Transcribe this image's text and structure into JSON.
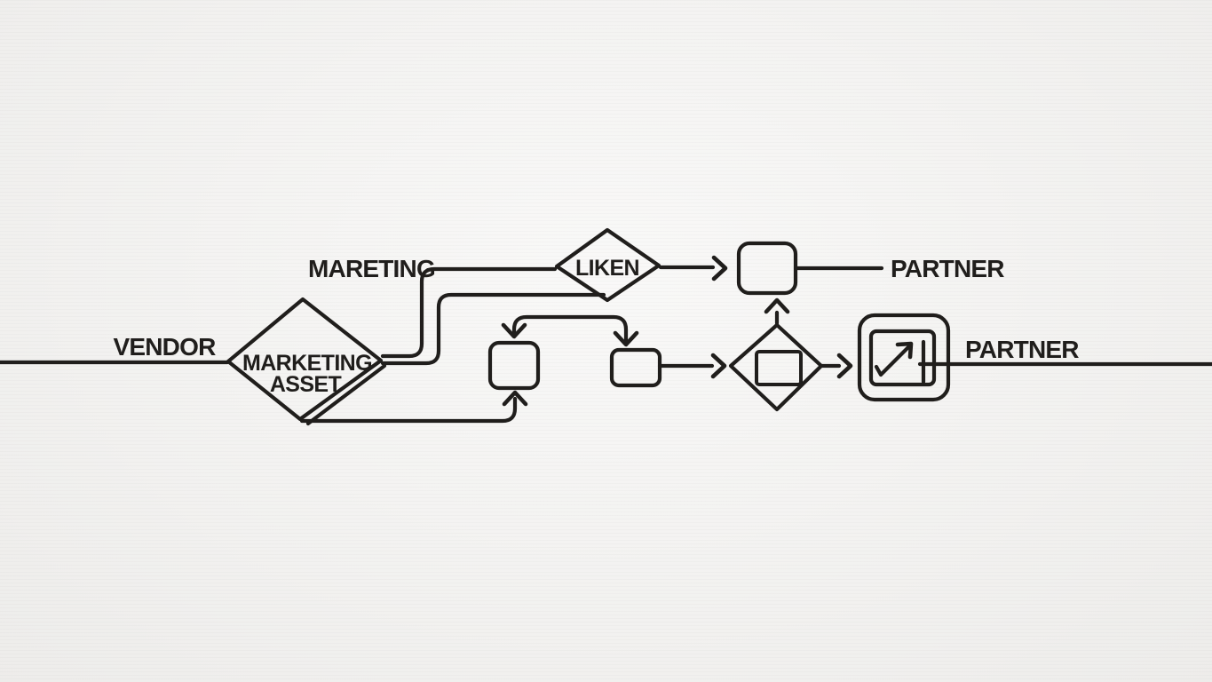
{
  "scene": {
    "type": "hand-drawn-flowchart",
    "background_color": "#f2f1ef",
    "ink_color": "#201e1c"
  },
  "labels": {
    "vendor": "VENDOR",
    "mareting": "MARETING",
    "marketing_asset_line1": "MARKETING",
    "marketing_asset_line2": "ASSET",
    "liken": "LIKEN",
    "partner_top": "PARTNER",
    "partner_right": "PARTNER"
  },
  "icons": {
    "chart_box_icon": "trending-up-arrow-icon"
  }
}
